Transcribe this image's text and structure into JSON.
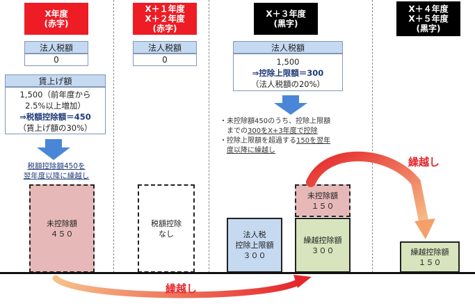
{
  "columns": [
    {
      "header": "X年度\n(赤字)"
    },
    {
      "header": "X＋１年度\nX＋２年度\n(赤字)"
    },
    {
      "header": "X＋３年度\n(黒字)"
    },
    {
      "header": "X＋４年度\nX＋５年度\n(黒字)"
    }
  ],
  "col1": {
    "tax_label": "法人税額",
    "tax_value": "0",
    "wage_label": "賃上げ額",
    "wage_line1": "1,500（前年度から",
    "wage_line2": "2.5%以上増加）",
    "wage_line3": "⇒税額控除額＝450",
    "wage_line4": "（賃上げ額の30%）",
    "note_line1": "税額控除額450を",
    "note_line2": "翌年度以降に繰越し",
    "bar_label": "未控除額\n４５０"
  },
  "col2": {
    "tax_label": "法人税額",
    "tax_value": "0",
    "bar_label": "税額控除\nなし"
  },
  "col3": {
    "tax_label": "法人税額",
    "tax_line1": "1,500",
    "tax_line2": "⇒控除上限額＝300",
    "tax_line3": "（法人税額の20%）",
    "note_l1": "・未控除額450のうち、控除上限額",
    "note_l2a": "までの",
    "note_l2b": "300をX+3年度で控除",
    "note_l3a": "・控除上限額を超過する",
    "note_l3b": "150を翌年",
    "note_l4": "度以降に繰越し",
    "bar_left": "法人税\n控除上限額\n３００",
    "bar_top": "未控除額\n１５０",
    "bar_bottom": "繰越控除額\n３００"
  },
  "col4": {
    "bar_label": "繰越控除額\n１５０"
  },
  "carryover_top": "繰越し",
  "carryover_bottom": "繰越し",
  "colors": {
    "red": "#ee1c25",
    "pink": "#e6b9b8",
    "green": "#d7e4bd",
    "blue": "#c5d9f1",
    "arrow_blue": "#4a86d8",
    "arrow_red": "#e5262b"
  }
}
